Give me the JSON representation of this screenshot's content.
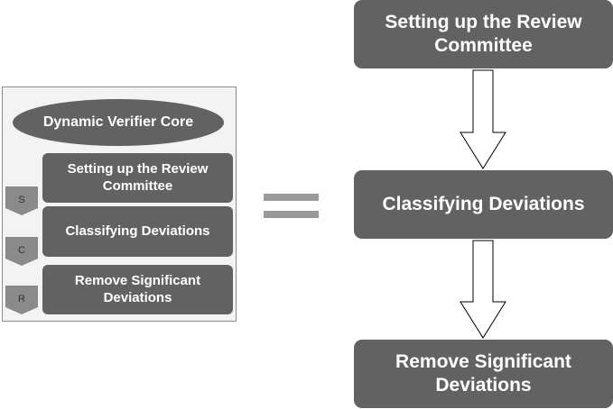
{
  "core": {
    "label": "Dynamic Verifier Core"
  },
  "steps": [
    {
      "tag": "S",
      "label": "Setting up the Review Committee"
    },
    {
      "tag": "C",
      "label": "Classifying Deviations"
    },
    {
      "tag": "R",
      "label": "Remove Significant Deviations"
    }
  ],
  "flow": [
    {
      "label": "Setting up the Review Committee"
    },
    {
      "label": "Classifying Deviations"
    },
    {
      "label": "Remove Significant Deviations"
    }
  ],
  "colors": {
    "box_fill": "#626262",
    "panel_fill": "#f3f3f3",
    "equals": "#9a9a9a",
    "tag_fill": "#8a8a8a"
  }
}
